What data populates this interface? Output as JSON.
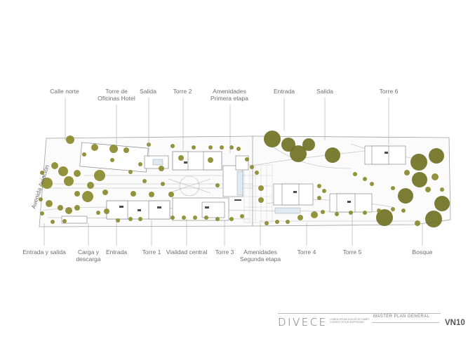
{
  "labels_top": [
    {
      "id": "calle-norte",
      "lines": [
        "Calle norte"
      ]
    },
    {
      "id": "torre-oficinas-hotel",
      "lines": [
        "Torre de",
        "Oficinas Hotel"
      ]
    },
    {
      "id": "salida-1",
      "lines": [
        "Salida"
      ]
    },
    {
      "id": "torre-2",
      "lines": [
        "Torre 2"
      ]
    },
    {
      "id": "amenidades-primera",
      "lines": [
        "Amenidades",
        "Primera etapa"
      ]
    },
    {
      "id": "entrada-1",
      "lines": [
        "Entrada"
      ]
    },
    {
      "id": "salida-2",
      "lines": [
        "Salida"
      ]
    },
    {
      "id": "torre-6",
      "lines": [
        "Torre 6"
      ]
    }
  ],
  "labels_bottom": [
    {
      "id": "entrada-y-salida",
      "lines": [
        "Entrada y salida"
      ]
    },
    {
      "id": "carga-descarga",
      "lines": [
        "Carga y",
        "descarga"
      ]
    },
    {
      "id": "entrada-2",
      "lines": [
        "Entrada"
      ]
    },
    {
      "id": "torre-1",
      "lines": [
        "Torre 1"
      ]
    },
    {
      "id": "vialidad-central",
      "lines": [
        "Vialidad central"
      ]
    },
    {
      "id": "torre-3",
      "lines": [
        "Torre 3"
      ]
    },
    {
      "id": "amenidades-segunda",
      "lines": [
        "Amenidades",
        "Segunda etapa"
      ]
    },
    {
      "id": "torre-4",
      "lines": [
        "Torre 4"
      ]
    },
    {
      "id": "torre-5",
      "lines": [
        "Torre 5"
      ]
    },
    {
      "id": "bosque",
      "lines": [
        "Bosque"
      ]
    }
  ],
  "street_label": "Avenida Aviación",
  "footer": {
    "brand": "DIVECE",
    "tagline": [
      "LOREM IPSUM DOLOR SIT AMET",
      "CONSECTETUR ADIPISCING"
    ],
    "plan_title": "MASTER PLAN GENERAL",
    "code": "VN10"
  },
  "colors": {
    "tree": "#8a8a2e",
    "tree_dark": "#6f7222",
    "outline": "#9a9a9a",
    "text": "#6f6f6f"
  }
}
